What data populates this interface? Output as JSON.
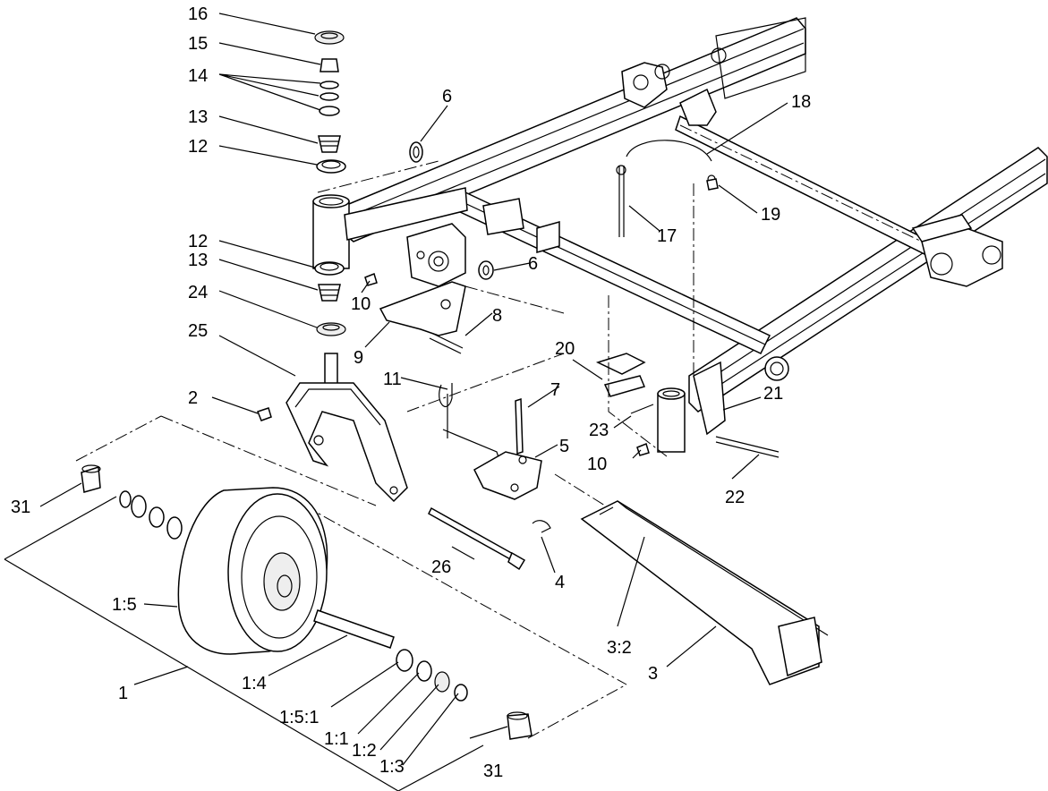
{
  "diagram": {
    "callouts": {
      "c16": "16",
      "c15": "15",
      "c14": "14",
      "c13a": "13",
      "c12a": "12",
      "c12b": "12",
      "c13b": "13",
      "c24": "24",
      "c25": "25",
      "c2": "2",
      "c31a": "31",
      "c31b": "31",
      "c1_5": "1:5",
      "c1": "1",
      "c1_4": "1:4",
      "c1_5_1": "1:5:1",
      "c1_1": "1:1",
      "c1_2": "1:2",
      "c1_3": "1:3",
      "c6a": "6",
      "c6b": "6",
      "c10a": "10",
      "c10b": "10",
      "c9": "9",
      "c8": "8",
      "c11": "11",
      "c7": "7",
      "c5": "5",
      "c26": "26",
      "c4": "4",
      "c3_2": "3:2",
      "c3": "3",
      "c18": "18",
      "c17": "17",
      "c19": "19",
      "c20": "20",
      "c21": "21",
      "c23": "23",
      "c22": "22"
    }
  }
}
